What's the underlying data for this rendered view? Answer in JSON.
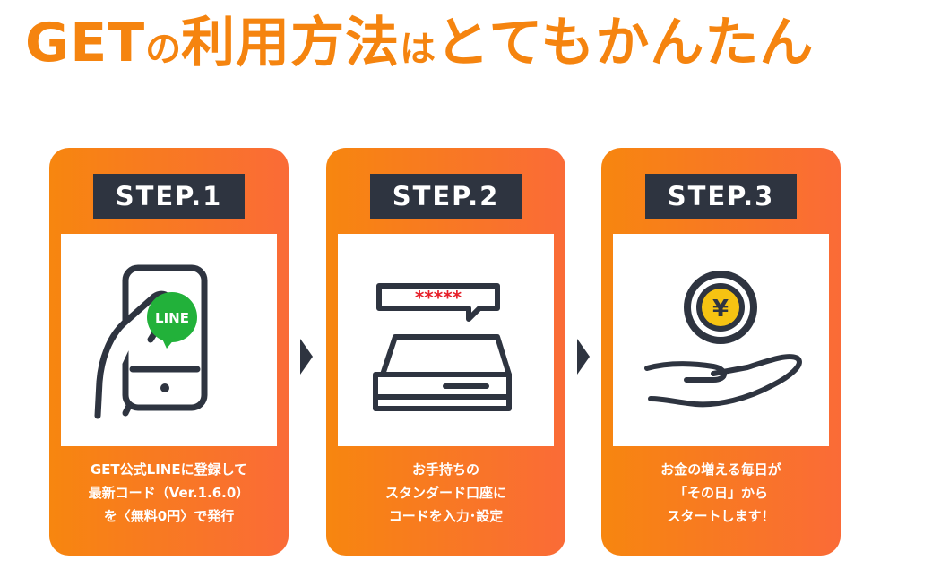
{
  "headline": {
    "get": "GET",
    "no": "の",
    "riyou_houhou": "利用方法",
    "wa": "は",
    "totemo": "とても",
    "kantan": "かんたん"
  },
  "steps": [
    {
      "label": "STEP.1",
      "icon": "smartphone-line-icon",
      "badge": "LINE",
      "lines": [
        "GET公式LINEに登録して",
        "最新コード（Ver.1.6.0）",
        "を〈無料0円〉で発行"
      ]
    },
    {
      "label": "STEP.2",
      "icon": "password-card-icon",
      "badge": "*****",
      "lines": [
        "お手持ちの",
        "スタンダード口座に",
        "コードを入力･設定"
      ]
    },
    {
      "label": "STEP.3",
      "icon": "yen-coin-hand-icon",
      "badge": "¥",
      "lines": [
        "お金の増える毎日が",
        "「その日」から",
        "スタートします！"
      ]
    }
  ],
  "colors": {
    "headline": "#f5840f",
    "card_start": "#f7860f",
    "card_end": "#fa6b37",
    "dark": "#2e3440",
    "line_green": "#22b13a",
    "password_red": "#e6202a",
    "coin_yellow": "#f6c312"
  }
}
